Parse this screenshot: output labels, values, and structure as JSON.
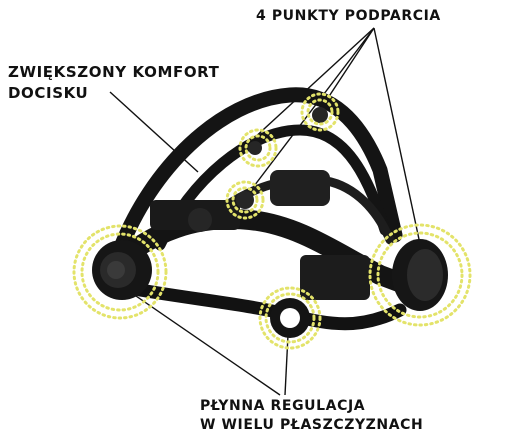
{
  "labels": {
    "support_points": "4 PUNKTY PODPARCIA",
    "comfort_line1": "ZWIĘKSZONY KOMFORT",
    "comfort_line2": "DOCISKU",
    "adjust_line1": "PŁYNNA REGULACJA",
    "adjust_line2": "W WIELU PŁASZCZYZNACH"
  },
  "colors": {
    "background": "#ffffff",
    "text": "#111111",
    "harness": "#141414",
    "highlight_dots": "#e3e36a",
    "leader_lines": "#111111"
  }
}
